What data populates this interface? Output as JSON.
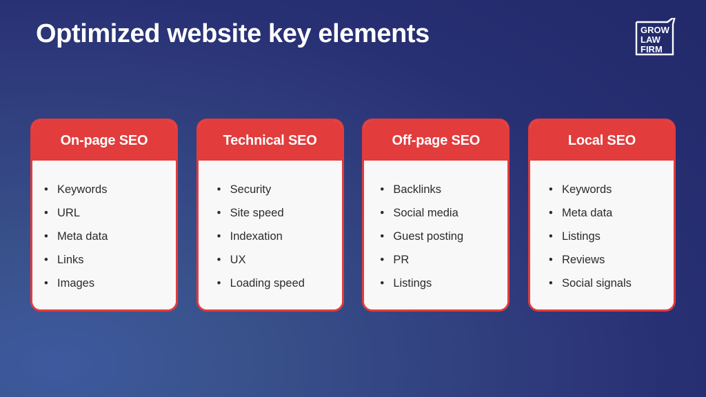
{
  "page": {
    "title": "Optimized website key elements",
    "background_gradient_from": "#3e5a9e",
    "background_gradient_to": "#222a6b",
    "accent_color": "#e23c3c",
    "card_body_color": "#f8f8f8"
  },
  "logo": {
    "name": "grow-law-firm-logo",
    "line1": "GROW",
    "line2": "LAW",
    "line3": "FIRM"
  },
  "cards": [
    {
      "title": "On-page SEO",
      "items": [
        "Keywords",
        "URL",
        "Meta data",
        "Links",
        "Images"
      ]
    },
    {
      "title": "Technical SEO",
      "items": [
        "Security",
        "Site speed",
        "Indexation",
        "UX",
        "Loading speed"
      ]
    },
    {
      "title": "Off-page SEO",
      "items": [
        "Backlinks",
        "Social media",
        "Guest posting",
        "PR",
        "Listings"
      ]
    },
    {
      "title": "Local SEO",
      "items": [
        "Keywords",
        "Meta data",
        "Listings",
        "Reviews",
        "Social signals"
      ]
    }
  ]
}
